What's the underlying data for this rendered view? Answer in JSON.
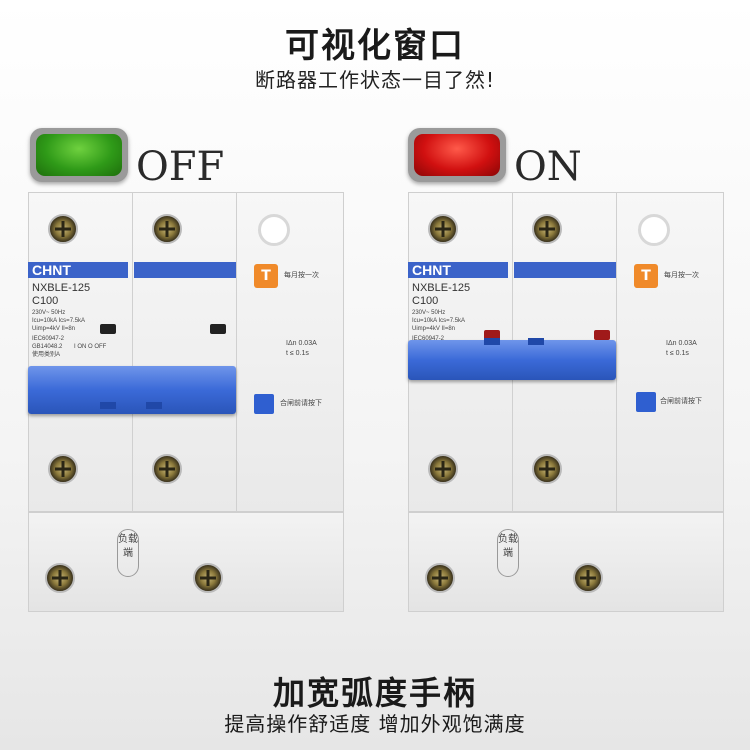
{
  "header": {
    "title": "可视化窗口",
    "subtitle": "断路器工作状态一目了然!"
  },
  "footer": {
    "title": "加宽弧度手柄",
    "subtitle": "提高操作舒适度 增加外观饱满度"
  },
  "left": {
    "state": "OFF",
    "indicator_color": "#2f9a18"
  },
  "right": {
    "state": "ON",
    "indicator_color": "#d11010"
  },
  "breaker": {
    "brand": "CHNT",
    "model": "NXBLE-125",
    "rating": "C100",
    "specs_line1": "230V~ 50Hz",
    "specs_line2": "Icu=10kA  Ics=7.5kA",
    "specs_line3": "Uimp=4kV  II=8n",
    "standard": "IEC60947-2",
    "standard2": "GB14048.2",
    "use_note": "使用类别A",
    "on_off": "I ON  O OFF",
    "test_label": "每月按一次",
    "test_key": "T",
    "reset_label": "合闸前请按下",
    "residual": "IΔn 0.03A",
    "time": "t ≤ 0.1s",
    "load_label": "负载端"
  }
}
